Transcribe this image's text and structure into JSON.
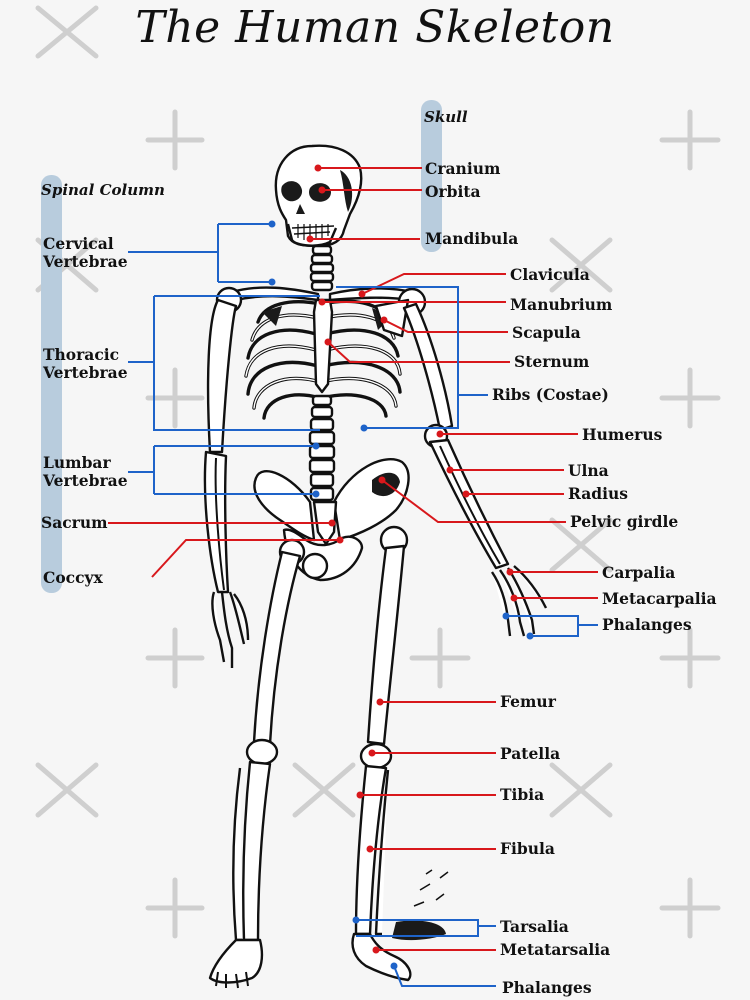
{
  "title": "The Human Skeleton",
  "headers": {
    "skull": "Skull",
    "spinal_column": "Spinal Column"
  },
  "labels": {
    "cranium": "Cranium",
    "orbita": "Orbita",
    "mandibula": "Mandibula",
    "clavicula": "Clavicula",
    "manubrium": "Manubrium",
    "scapula": "Scapula",
    "sternum": "Sternum",
    "ribs": "Ribs (Costae)",
    "humerus": "Humerus",
    "ulna": "Ulna",
    "radius": "Radius",
    "pelvic_girdle": "Pelvic girdle",
    "carpalia": "Carpalia",
    "metacarpalia": "Metacarpalia",
    "phalanges_hand": "Phalanges",
    "femur": "Femur",
    "patella": "Patella",
    "tibia": "Tibia",
    "fibula": "Fibula",
    "tarsalia": "Tarsalia",
    "metatarsalia": "Metatarsalia",
    "phalanges_foot": "Phalanges",
    "cervical_1": "Cervical",
    "cervical_2": "Vertebrae",
    "thoracic_1": "Thoracic",
    "thoracic_2": "Vertebrae",
    "lumbar_1": "Lumbar",
    "lumbar_2": "Vertebrae",
    "sacrum": "Sacrum",
    "coccyx": "Coccyx"
  },
  "colors": {
    "pointer_red": "#d8181c",
    "pointer_blue": "#1e63c9",
    "group_bar": "#b8ccdd",
    "background": "#f6f6f6"
  }
}
